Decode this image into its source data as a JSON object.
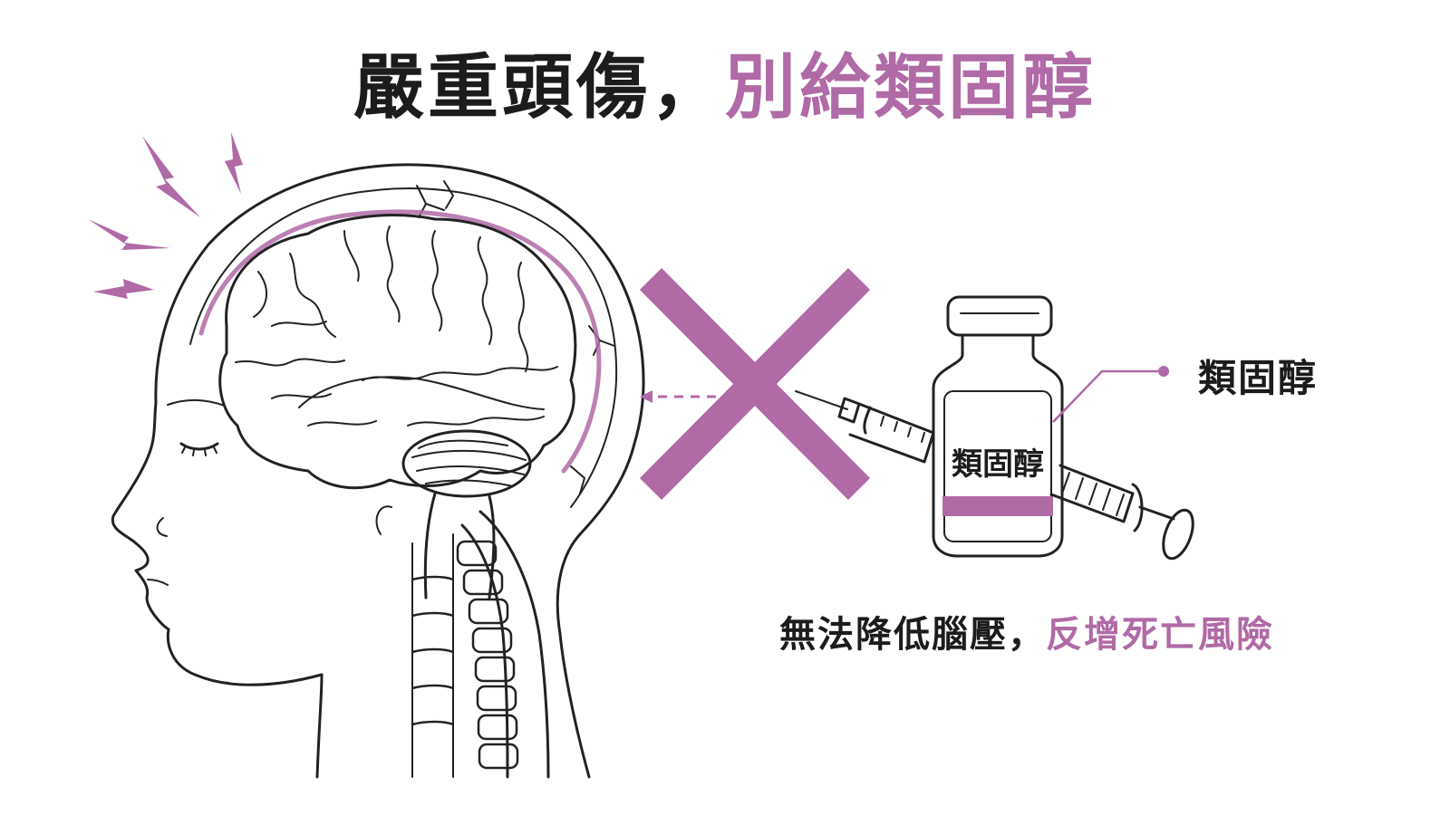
{
  "headline": {
    "part1": "嚴重頭傷，",
    "part2": "別給類固醇"
  },
  "callout_label": "類固醇",
  "vial_label": "類固醇",
  "caption": {
    "part1": "無法降低腦壓，",
    "part2": "反增死亡風險"
  },
  "colors": {
    "accent": "#b06aa6",
    "ink": "#1c1c1c",
    "background": "#ffffff"
  },
  "icons": {
    "pain": "lightning-bolt-icon",
    "prohibit": "cross-mark-icon",
    "arrow": "dashed-arrow-left-icon"
  }
}
